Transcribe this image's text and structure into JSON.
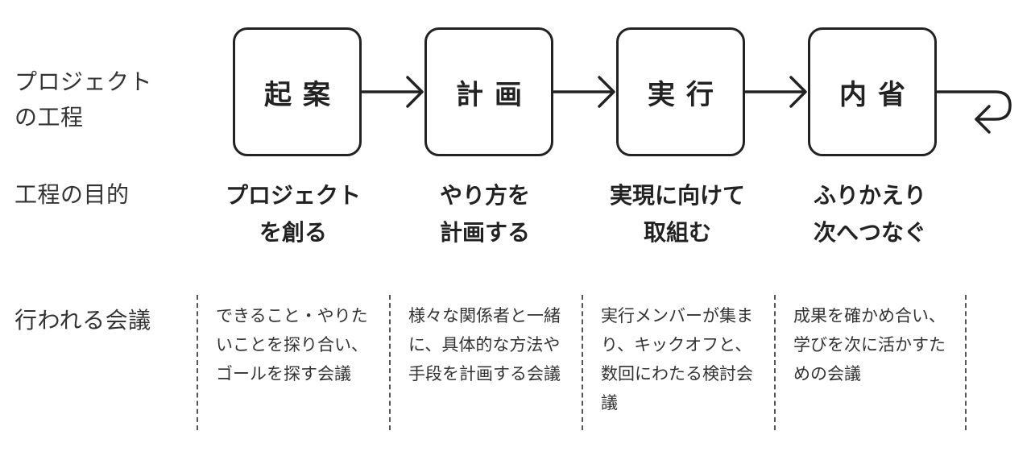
{
  "labels": {
    "process": [
      "プロジェクト",
      "の工程"
    ],
    "purpose": "工程の目的",
    "meetings": "行われる会議"
  },
  "stages": [
    {
      "title": "起案",
      "purpose": [
        "プロジェクト",
        "を創る"
      ],
      "meeting": "できること・やりたいことを探り合い、ゴールを探す会議"
    },
    {
      "title": "計画",
      "purpose": [
        "やり方を",
        "計画する"
      ],
      "meeting": "様々な関係者と一緒に、具体的な方法や手段を計画する会議"
    },
    {
      "title": "実行",
      "purpose": [
        "実現に向けて",
        "取組む"
      ],
      "meeting": "実行メンバーが集まり、キックオフと、数回にわたる検討会議"
    },
    {
      "title": "内省",
      "purpose": [
        "ふりかえり",
        "次へつなぐ"
      ],
      "meeting": "成果を確かめ合い、学びを次に活かすための会議"
    }
  ]
}
